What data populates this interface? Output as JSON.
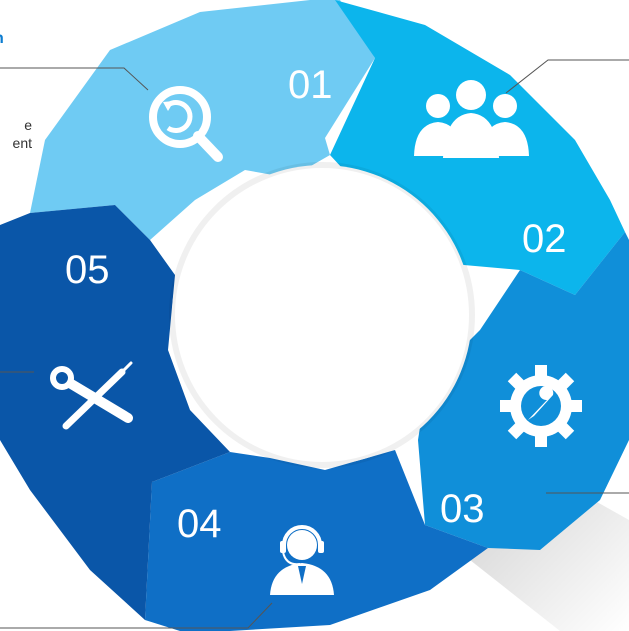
{
  "cropped_text": {
    "title_fragment": "n",
    "lines": [
      "e",
      "ent"
    ]
  },
  "segments": [
    {
      "number": "01",
      "color": "#6fcbf3",
      "icon": "search-refresh-icon"
    },
    {
      "number": "02",
      "color": "#0cb5ec",
      "icon": "people-group-icon"
    },
    {
      "number": "03",
      "color": "#108fd9",
      "icon": "gear-wrench-icon"
    },
    {
      "number": "04",
      "color": "#0f6fc6",
      "icon": "headset-agent-icon"
    },
    {
      "number": "05",
      "color": "#0a56a8",
      "icon": "tools-crossed-icon"
    }
  ],
  "colors": {
    "center": "#ffffff",
    "leader_line": "#555555",
    "label_text": "#ffffff"
  }
}
